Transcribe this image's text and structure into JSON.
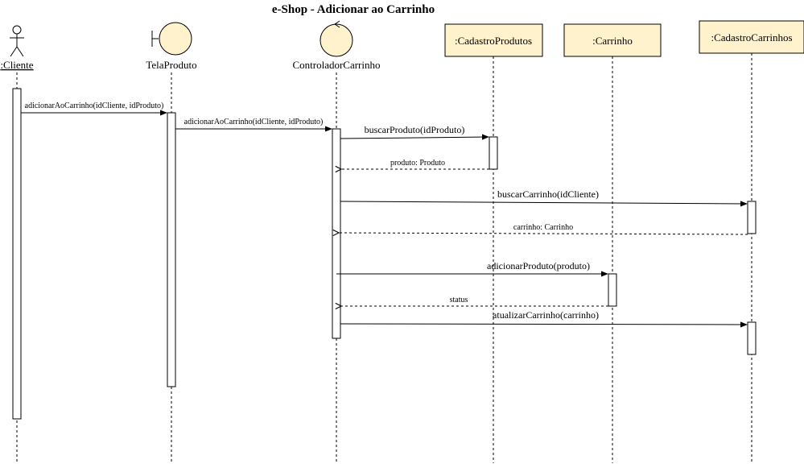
{
  "diagram": {
    "title": "e-Shop - Adicionar ao Carrinho",
    "colors": {
      "box_fill": "#fff2cc",
      "boundary_fill": "#fff2cc",
      "line": "#000000"
    },
    "participants": [
      {
        "id": "cliente",
        "label": ":Cliente",
        "shape": "actor"
      },
      {
        "id": "tela",
        "label": "TelaProduto",
        "shape": "boundary"
      },
      {
        "id": "controlador",
        "label": "ControladorCarrinho",
        "shape": "control"
      },
      {
        "id": "cadastro_produtos",
        "label": ":CadastroProdutos",
        "shape": "box"
      },
      {
        "id": "carrinho",
        "label": ":Carrinho",
        "shape": "box"
      },
      {
        "id": "cadastro_carrinhos",
        "label": ":CadastroCarrinhos",
        "shape": "box"
      }
    ],
    "messages": [
      {
        "label": "adicionarAoCarrinho(idCliente, idProduto)",
        "type": "call"
      },
      {
        "label": "adicionarAoCarrinho(idCliente, idProduto)",
        "type": "call"
      },
      {
        "label": "buscarProduto(idProduto)",
        "type": "call"
      },
      {
        "label": "produto: Produto",
        "type": "return"
      },
      {
        "label": "buscarCarrinho(idCliente)",
        "type": "call"
      },
      {
        "label": "carrinho: Carrinho",
        "type": "return"
      },
      {
        "label": "adicionarProduto(produto)",
        "type": "call"
      },
      {
        "label": "status",
        "type": "return"
      },
      {
        "label": "atualizarCarrinho(carrinho)",
        "type": "call"
      }
    ]
  }
}
